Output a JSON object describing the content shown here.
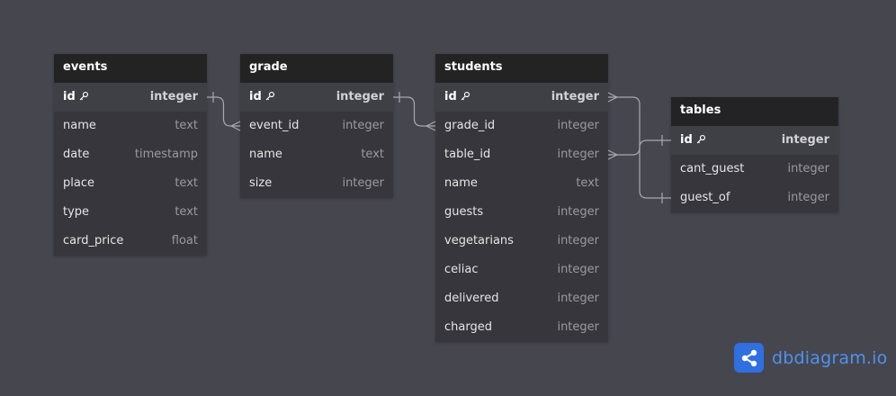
{
  "tables": [
    {
      "name": "events",
      "fields": [
        {
          "name": "id",
          "type": "integer",
          "pk": true
        },
        {
          "name": "name",
          "type": "text"
        },
        {
          "name": "date",
          "type": "timestamp"
        },
        {
          "name": "place",
          "type": "text"
        },
        {
          "name": "type",
          "type": "text"
        },
        {
          "name": "card_price",
          "type": "float"
        }
      ]
    },
    {
      "name": "grade",
      "fields": [
        {
          "name": "id",
          "type": "integer",
          "pk": true
        },
        {
          "name": "event_id",
          "type": "integer"
        },
        {
          "name": "name",
          "type": "text"
        },
        {
          "name": "size",
          "type": "integer"
        }
      ]
    },
    {
      "name": "students",
      "fields": [
        {
          "name": "id",
          "type": "integer",
          "pk": true
        },
        {
          "name": "grade_id",
          "type": "integer"
        },
        {
          "name": "table_id",
          "type": "integer"
        },
        {
          "name": "name",
          "type": "text"
        },
        {
          "name": "guests",
          "type": "integer"
        },
        {
          "name": "vegetarians",
          "type": "integer"
        },
        {
          "name": "celiac",
          "type": "integer"
        },
        {
          "name": "delivered",
          "type": "integer"
        },
        {
          "name": "charged",
          "type": "integer"
        }
      ]
    },
    {
      "name": "tables",
      "fields": [
        {
          "name": "id",
          "type": "integer",
          "pk": true
        },
        {
          "name": "cant_guest",
          "type": "integer"
        },
        {
          "name": "guest_of",
          "type": "integer"
        }
      ]
    }
  ],
  "relations": [
    {
      "from": "events.id",
      "to": "grade.event_id",
      "cardinality": "one-to-many"
    },
    {
      "from": "grade.id",
      "to": "students.grade_id",
      "cardinality": "one-to-many"
    },
    {
      "from": "tables.id",
      "to": "students.id",
      "cardinality": "one-to-many"
    },
    {
      "from": "tables.id",
      "to": "students.table_id",
      "cardinality": "one-to-many"
    },
    {
      "from": "students.id",
      "to": "tables.guest_of",
      "cardinality": "one-to-one"
    }
  ],
  "brand": {
    "name": "dbdiagram.io",
    "icon": "share-network-icon"
  },
  "colors": {
    "background": "#46464f",
    "header": "#232323",
    "table_body": "#36363c",
    "connector": "#a8a8b0",
    "brand": "#4f92ee"
  }
}
